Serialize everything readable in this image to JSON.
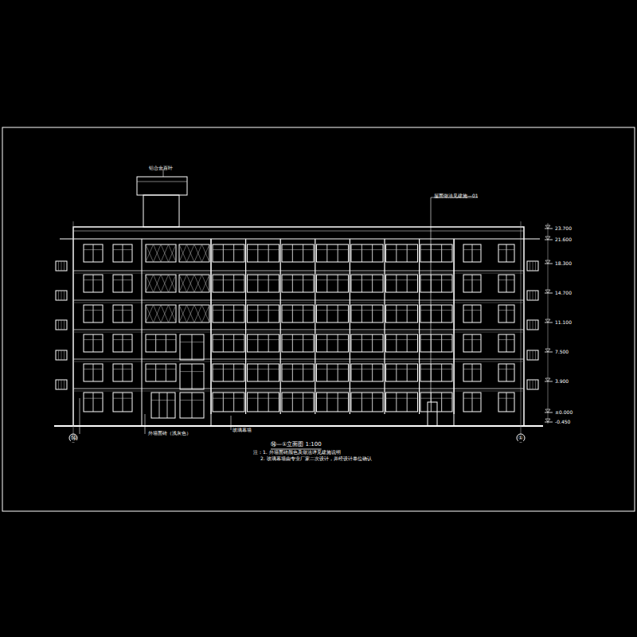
{
  "diagram": {
    "title": "⑭—①立面图 1:100",
    "labels": [
      "⑭",
      "①",
      "23.700",
      "21.600",
      "18.300",
      "14.700",
      "11.100",
      "7.500",
      "3.900",
      "±0.000",
      "-0.450",
      "铝合金百叶",
      "屋面做法见建施—01",
      "外墙面砖（浅灰色）",
      "玻璃幕墙",
      "注：1. 外墙面砖颜色及做法详见建施说明",
      "2. 玻璃幕墙由专业厂家二次设计，并经设计单位确认"
    ]
  }
}
